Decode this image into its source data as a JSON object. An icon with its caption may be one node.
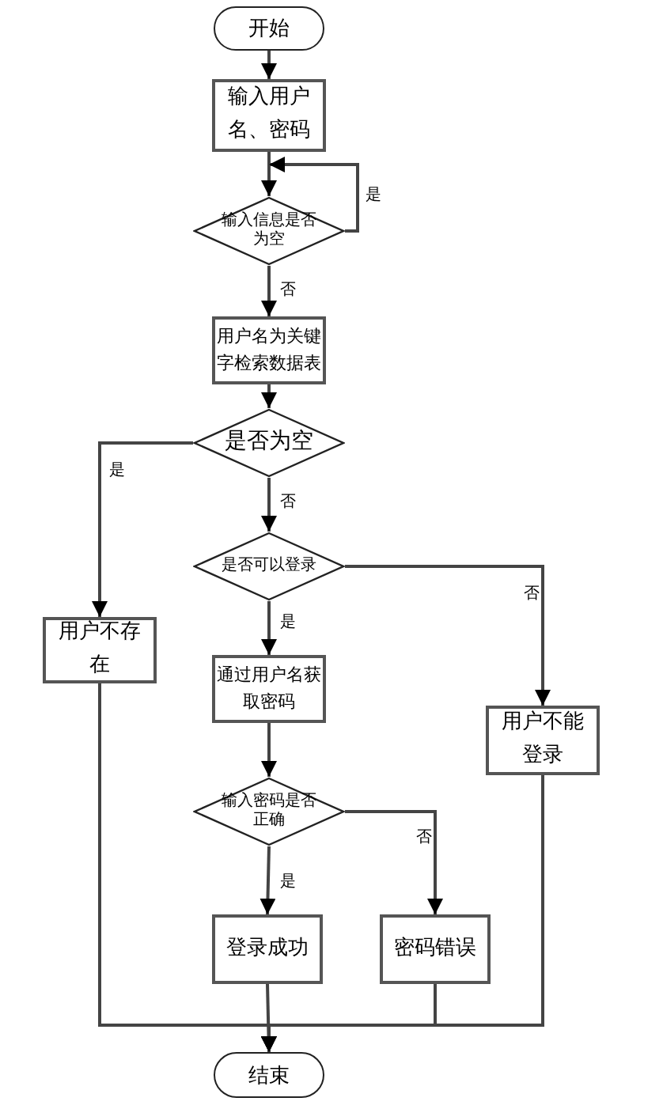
{
  "diagram": {
    "nodes": [
      {
        "text": [
          "开始"
        ]
      },
      {
        "text": [
          "输入用户名、密码"
        ]
      },
      {
        "text": [
          "输入信息是否为空"
        ]
      },
      {
        "text": [
          "用户名为关键字检索数据表"
        ]
      },
      {
        "text": [
          "是否为空"
        ]
      },
      {
        "text": [
          "是否可以登录"
        ]
      },
      {
        "text": [
          "用户不存在"
        ]
      },
      {
        "text": [
          "通过用户名获取密码"
        ]
      },
      {
        "text": [
          "用户不能登录"
        ]
      },
      {
        "text": [
          "输入密码是否正确"
        ]
      },
      {
        "text": [
          "登录成功"
        ]
      },
      {
        "text": [
          "密码错误"
        ]
      },
      {
        "text": [
          "结束"
        ]
      }
    ],
    "edges": [
      {
        "from": 0,
        "to": 1,
        "arrow": "to"
      },
      {
        "from": 1,
        "to": 2,
        "arrow": "to"
      },
      {
        "from": 2,
        "to": 1,
        "arrow": "to",
        "label": "是"
      },
      {
        "from": 2,
        "to": 3,
        "arrow": "to",
        "label": "否"
      },
      {
        "from": 3,
        "to": 4,
        "arrow": "to"
      },
      {
        "from": 4,
        "to": 6,
        "arrow": "to",
        "label": "是"
      },
      {
        "from": 4,
        "to": 5,
        "arrow": "to",
        "label": "否"
      },
      {
        "from": 5,
        "to": 7,
        "arrow": "to",
        "label": "是"
      },
      {
        "from": 5,
        "to": 8,
        "arrow": "to",
        "label": "否"
      },
      {
        "from": 7,
        "to": 9,
        "arrow": "to"
      },
      {
        "from": 9,
        "to": 10,
        "arrow": "to",
        "label": "是"
      },
      {
        "from": 9,
        "to": 11,
        "arrow": "to",
        "label": "否"
      },
      {
        "from": 6,
        "to": 12,
        "arrow": "to"
      },
      {
        "from": 10,
        "to": 12,
        "arrow": "to"
      },
      {
        "from": 11,
        "to": 12,
        "arrow": "to"
      },
      {
        "from": 8,
        "to": 12,
        "arrow": "to"
      }
    ]
  }
}
